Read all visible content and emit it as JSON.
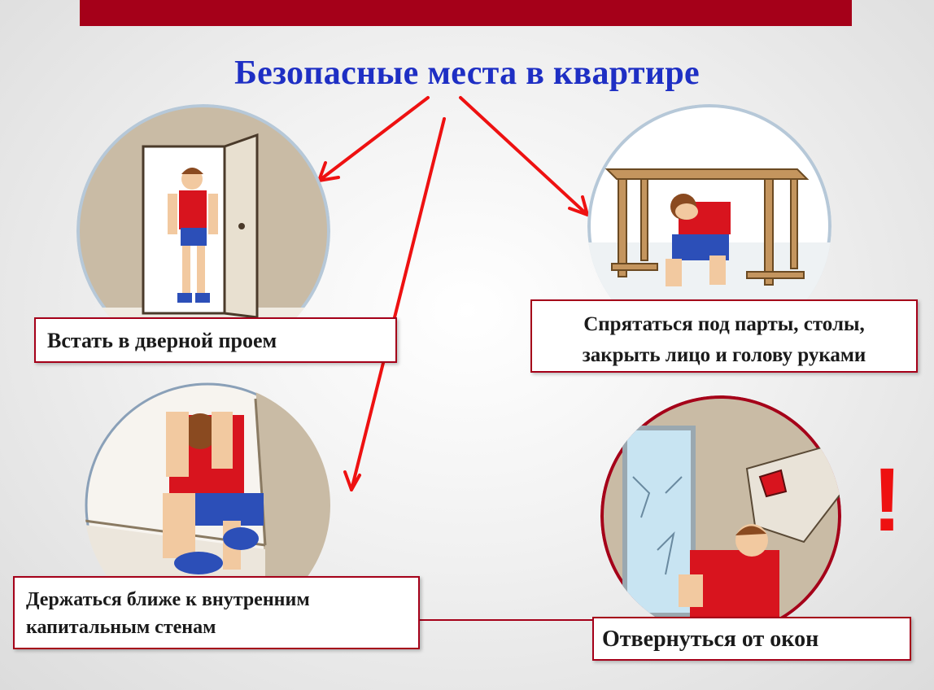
{
  "title": "Безопасные места в квартире",
  "labels": {
    "doorway": "Встать в дверной проем",
    "table_line1": "Спрятаться под парты, столы,",
    "table_line2": "закрыть лицо и голову руками",
    "walls_line1": "Держаться ближе к внутренним",
    "walls_line2": "капитальным стенам",
    "windows": "Отвернуться от окон"
  },
  "exclamation": "!",
  "colors": {
    "accent_bar": "#a50019",
    "title": "#1e2fc4",
    "arrows": "#ee1111",
    "label_border": "#a50019"
  }
}
